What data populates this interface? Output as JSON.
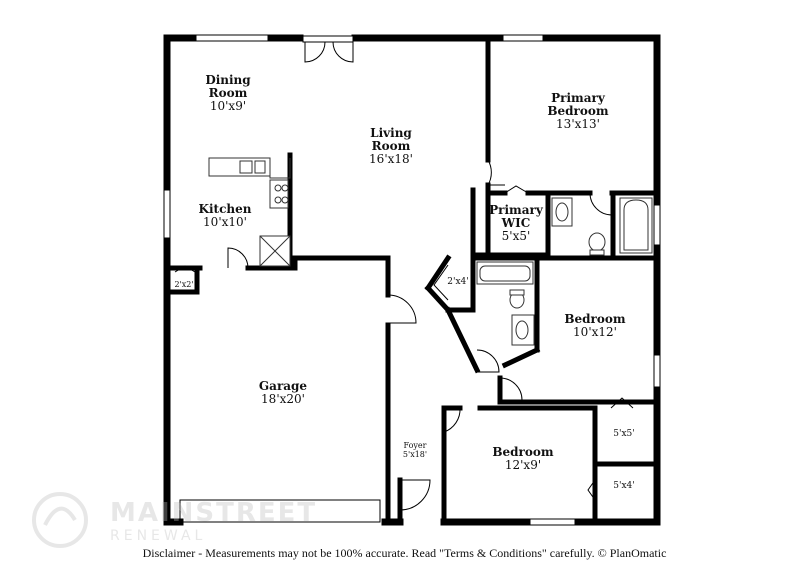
{
  "rooms": {
    "dining": {
      "name_line1": "Dining",
      "name_line2": "Room",
      "dim": "10'x9'"
    },
    "living": {
      "name_line1": "Living",
      "name_line2": "Room",
      "dim": "16'x18'"
    },
    "primary_bedroom": {
      "name_line1": "Primary",
      "name_line2": "Bedroom",
      "dim": "13'x13'"
    },
    "kitchen": {
      "name": "Kitchen",
      "dim": "10'x10'"
    },
    "primary_wic": {
      "name_line1": "Primary",
      "name_line2": "WIC",
      "dim": "5'x5'"
    },
    "pantry": {
      "dim": "2'x2'"
    },
    "closet_hall": {
      "dim": "2'x4'"
    },
    "bedroom_right": {
      "name": "Bedroom",
      "dim": "10'x12'"
    },
    "garage": {
      "name": "Garage",
      "dim": "18'x20'"
    },
    "closet_5x5": {
      "dim": "5'x5'"
    },
    "foyer": {
      "name": "Foyer",
      "dim": "5'x18'"
    },
    "bedroom_bottom": {
      "name": "Bedroom",
      "dim": "12'x9'"
    },
    "closet_5x4": {
      "dim": "5'x4'"
    }
  },
  "disclaimer": "Disclaimer - Measurements may not be 100% accurate. Read \"Terms & Conditions\" carefully. © PlanOmatic",
  "watermark": {
    "name": "MAINSTREET",
    "sub": "RENEWAL"
  },
  "colors": {
    "wall": "#000000",
    "fixture": "#555555",
    "background": "#ffffff"
  }
}
